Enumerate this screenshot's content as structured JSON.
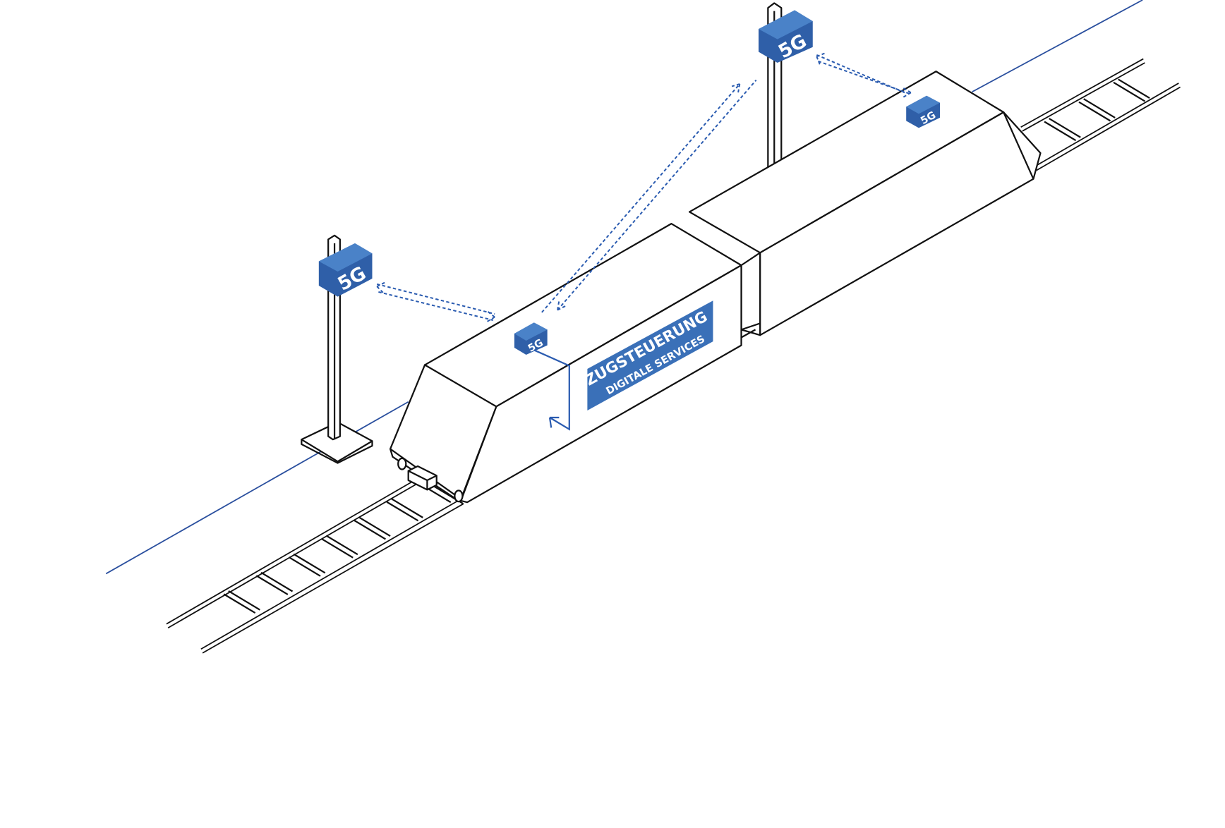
{
  "colors": {
    "accent": "#3a70b8",
    "line": "#2a4f9e",
    "outline": "#111111"
  },
  "antennas": [
    {
      "label": "5G"
    },
    {
      "label": "5G"
    },
    {
      "label": "5G"
    },
    {
      "label": "5G"
    }
  ],
  "sign": {
    "title": "ZUGSTEUERUNG",
    "subtitle": "DIGITALE SERVICES"
  }
}
